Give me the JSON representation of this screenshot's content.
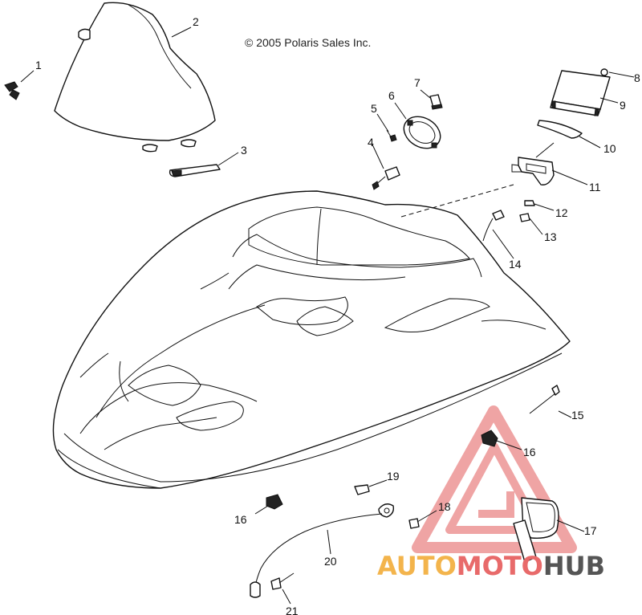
{
  "copyright": "© 2005 Polaris Sales Inc.",
  "watermark": {
    "part1": "AUTO",
    "part2": "MOTO",
    "part3": "HUB",
    "color1": "#f3b44c",
    "color2": "#e86a6a",
    "color3": "#555555"
  },
  "callouts": [
    "1",
    "2",
    "3",
    "4",
    "5",
    "6",
    "7",
    "8",
    "9",
    "10",
    "11",
    "12",
    "13",
    "14",
    "15",
    "16",
    "16",
    "17",
    "18",
    "19",
    "20",
    "21"
  ]
}
